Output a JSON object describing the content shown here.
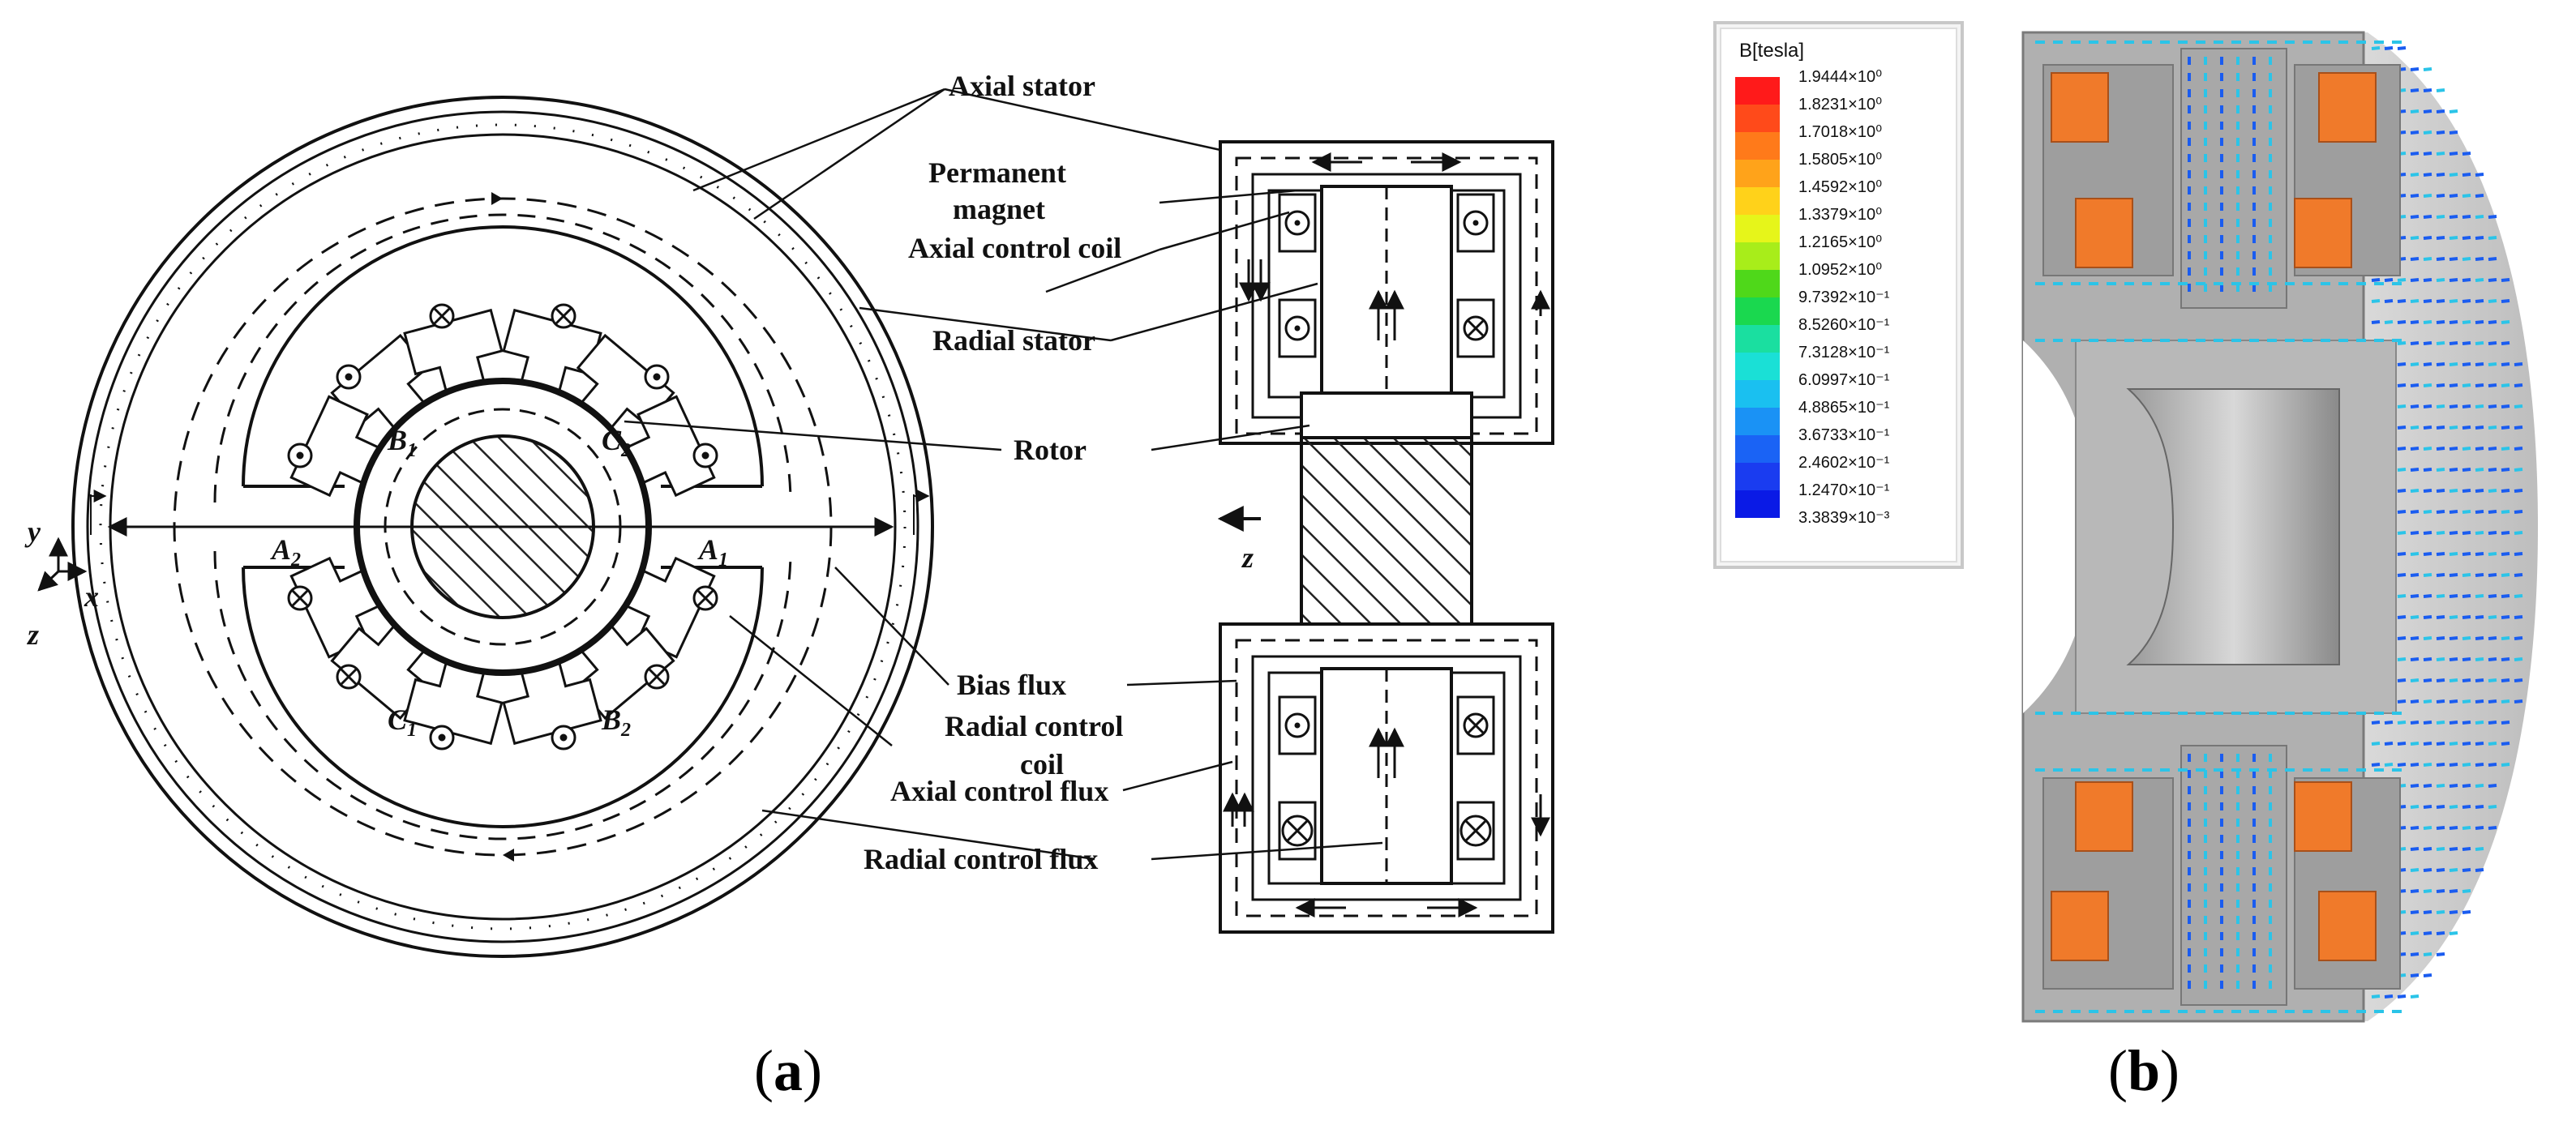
{
  "labels": {
    "axial_stator": "Axial stator",
    "permanent_magnet_1": "Permanent",
    "permanent_magnet_2": "magnet",
    "axial_control_coil": "Axial control coil",
    "radial_stator": "Radial stator",
    "rotor": "Rotor",
    "bias_flux": "Bias flux",
    "radial_control_coil_1": "Radial control",
    "radial_control_coil_2": "coil",
    "axial_control_flux": "Axial control flux",
    "radial_control_flux": "Radial control flux"
  },
  "poles": {
    "b1": "B",
    "b1_sub": "1",
    "c2": "C",
    "c2_sub": "2",
    "a2": "A",
    "a2_sub": "2",
    "a1": "A",
    "a1_sub": "1",
    "c1": "C",
    "c1_sub": "1",
    "b2": "B",
    "b2_sub": "2"
  },
  "axes": {
    "y": "y",
    "x": "x",
    "z": "z",
    "z_side": "z"
  },
  "captions": {
    "a": {
      "open": "(",
      "letter": "a",
      "close": ")"
    },
    "b": {
      "open": "(",
      "letter": "b",
      "close": ")"
    }
  },
  "legend": {
    "title": "B[tesla]",
    "values": [
      "1.9444×10⁰",
      "1.8231×10⁰",
      "1.7018×10⁰",
      "1.5805×10⁰",
      "1.4592×10⁰",
      "1.3379×10⁰",
      "1.2165×10⁰",
      "1.0952×10⁰",
      "9.7392×10⁻¹",
      "8.5260×10⁻¹",
      "7.3128×10⁻¹",
      "6.0997×10⁻¹",
      "4.8865×10⁻¹",
      "3.6733×10⁻¹",
      "2.4602×10⁻¹",
      "1.2470×10⁻¹",
      "3.3839×10⁻³"
    ],
    "colors": [
      "#ff1a1a",
      "#ff4a1a",
      "#ff7a1a",
      "#ffa31a",
      "#ffd21a",
      "#e6f51a",
      "#a8ed1a",
      "#4fd81a",
      "#1ad84f",
      "#1adfa0",
      "#1ae0d6",
      "#1ac0f0",
      "#1a92f5",
      "#1a63f5",
      "#1a3cf0",
      "#0a1ae6"
    ]
  },
  "colors": {
    "coil_orange": "#f07a2a",
    "steel_grey": "#8c8c8c",
    "flux_blue": "#1a5cf0",
    "flux_cyan": "#2bc4e8"
  }
}
